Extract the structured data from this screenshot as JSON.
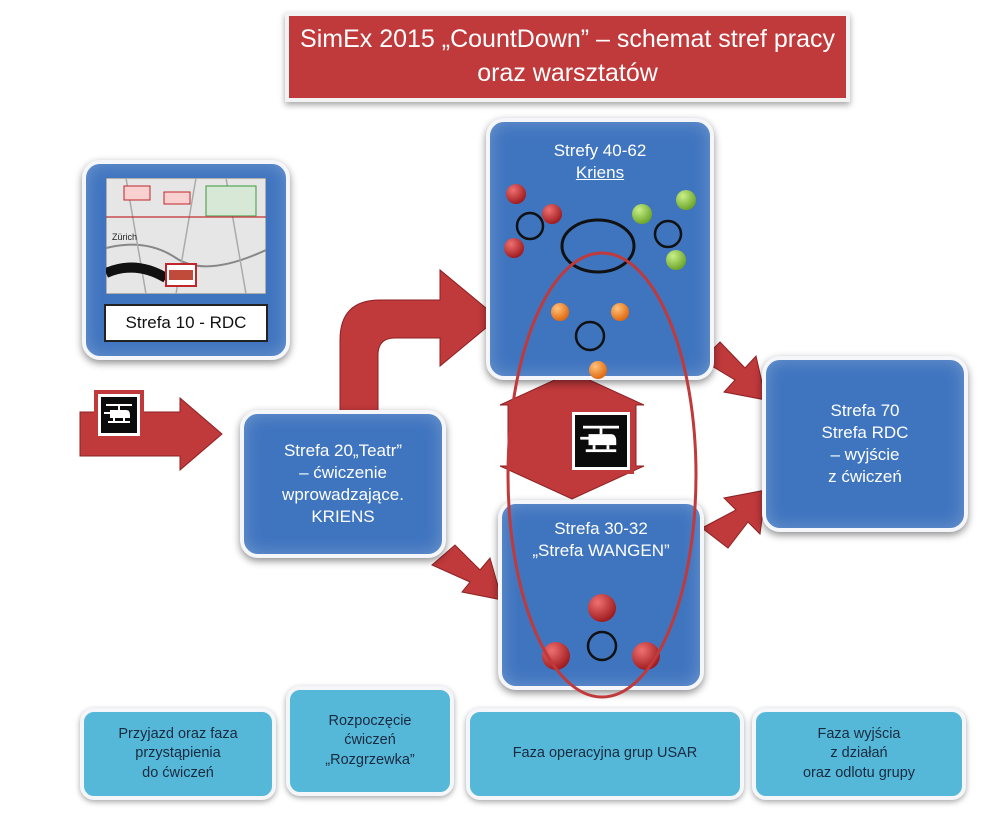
{
  "title": {
    "line1": "SimEx 2015 „CountDown” – schemat stref pracy",
    "line2": "oraz warsztatów"
  },
  "zones": {
    "zone10": {
      "label": "Strefa 10 - RDC"
    },
    "zone20": {
      "line1": "Strefa 20„Teatr”",
      "line2": "– ćwiczenie",
      "line3": "wprowadzające.",
      "line4": "KRIENS"
    },
    "zone40": {
      "line1": "Strefy 40-62",
      "line2": "Kriens"
    },
    "zone30": {
      "line1": "Strefa 30-32",
      "line2": "„Strefa WANGEN”"
    },
    "zone70": {
      "line1": "Strefa 70",
      "line2": "Strefa RDC",
      "line3": "– wyjście",
      "line4": "z ćwiczeń"
    }
  },
  "phases": [
    {
      "line1": "Przyjazd oraz faza",
      "line2": "przystąpienia",
      "line3": "do ćwiczeń"
    },
    {
      "line1": "Rozpoczęcie",
      "line2": "ćwiczeń",
      "line3": "„Rozgrzewka”"
    },
    {
      "line1": "Faza operacyjna grup USAR"
    },
    {
      "line1": "Faza wyjścia",
      "line2": "z działań",
      "line3": "oraz odlotu grupy"
    }
  ],
  "map": {
    "place_label": "Zürich"
  },
  "colors": {
    "title_bg": "#c0393b",
    "zone_bg": "#3f74bf",
    "phase_bg": "#55b8d8",
    "arrow": "#c0393b",
    "dot_red": "#c0262a",
    "dot_green": "#8cc63f",
    "dot_orange": "#f28a1e"
  },
  "icons": [
    "helicopter-icon",
    "map-thumbnail"
  ]
}
